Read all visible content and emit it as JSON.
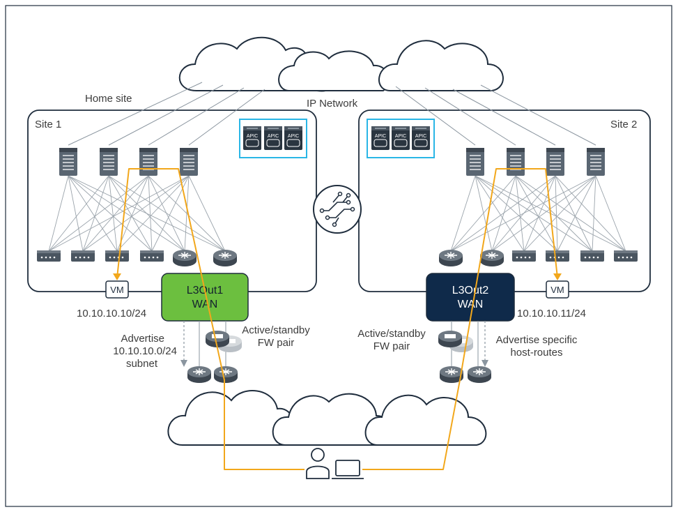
{
  "network": {
    "ip_network_label": "IP Network",
    "home_site_label": "Home site"
  },
  "site1": {
    "label": "Site 1",
    "l3out": {
      "line1": "L3Out1",
      "line2": "WAN",
      "color": "#6cbf3f"
    },
    "vm": {
      "label": "VM",
      "ip": "10.10.10.10/24"
    },
    "advertise": {
      "line1": "Advertise",
      "line2": "10.10.10.0/24",
      "line3": "subnet"
    },
    "fw": {
      "line1": "Active/standby",
      "line2": "FW pair"
    },
    "apic_labels": [
      "APIC",
      "APIC",
      "APIC"
    ]
  },
  "site2": {
    "label": "Site 2",
    "l3out": {
      "line1": "L3Out2",
      "line2": "WAN",
      "color": "#0f2a4a"
    },
    "vm": {
      "label": "VM",
      "ip": "10.10.10.11/24"
    },
    "advertise": {
      "line1": "Advertise specific",
      "line2": "host-routes"
    },
    "fw": {
      "line1": "Active/standby",
      "line2": "FW pair"
    },
    "apic_labels": [
      "APIC",
      "APIC",
      "APIC"
    ]
  },
  "colors": {
    "traffic_path": "#f2a71b",
    "outline": "#1f2d3d",
    "apic_highlight": "#29b6e6",
    "device": "#5a6672"
  },
  "icons": [
    "cloud-icon",
    "spine-switch-icon",
    "leaf-switch-icon",
    "router-icon",
    "firewall-icon",
    "apic-controller-icon",
    "multisite-orchestrator-icon",
    "user-icon",
    "laptop-icon"
  ]
}
